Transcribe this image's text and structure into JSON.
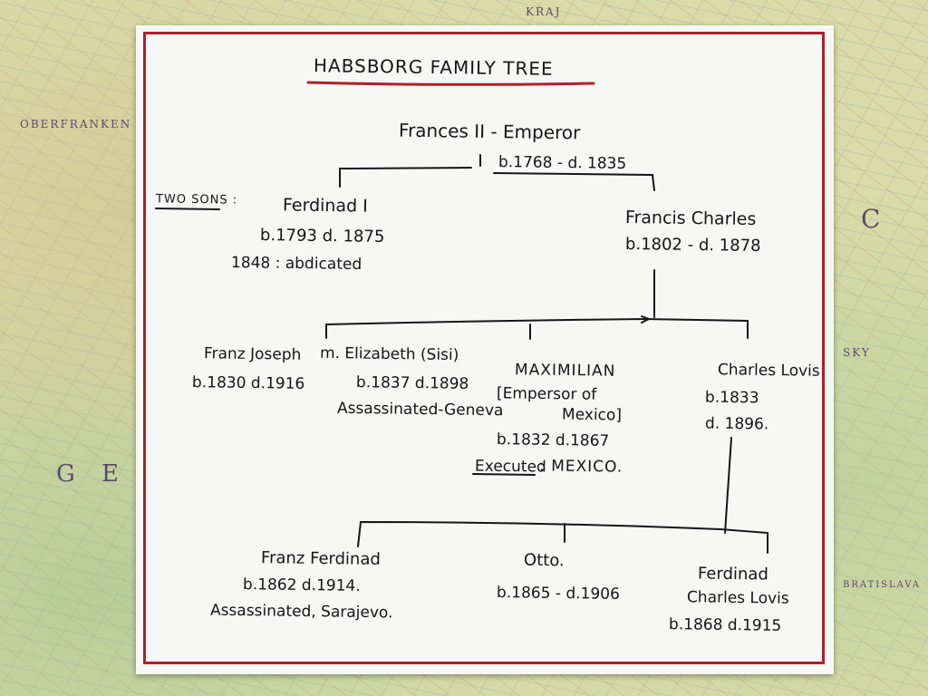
{
  "title": "HABSBORG FAMILY TREE",
  "map": {
    "labels": [
      "OBERFRANKEN",
      "G",
      "E",
      "C",
      "SKY",
      "BRATISLAVA",
      "KRAJ"
    ]
  },
  "colors": {
    "frame": "#b0202a",
    "ink": "#15151a",
    "paper": "#f7f7f5"
  },
  "root": {
    "name": "Frances II - Emperor",
    "dates": "b.1768 - d. 1835"
  },
  "two_sons_label": "TWO SONS :",
  "gen2": [
    {
      "name": "Ferdinad I",
      "dates": "b.1793 d. 1875",
      "note": "1848 : abdicated"
    },
    {
      "name": "Francis Charles",
      "dates": "b.1802 - d. 1878"
    }
  ],
  "gen3": [
    {
      "name": "Franz Joseph",
      "dates": "b.1830 d.1916"
    },
    {
      "name": "m. Elizabeth (Sisi)",
      "dates": "b.1837 d.1898",
      "note": "Assassinated-Geneva"
    },
    {
      "name": "MAXIMILIAN",
      "title_line1": "[Empersor of",
      "title_line2": "Mexico]",
      "dates": "b.1832 d.1867",
      "note_em": "Executed",
      "note_rest": ": MEXICO."
    },
    {
      "name": "Charles Lovis",
      "dates_line1": "b.1833",
      "dates_line2": "d. 1896."
    }
  ],
  "gen4": [
    {
      "name": "Franz Ferdinad",
      "dates": "b.1862 d.1914.",
      "note": "Assassinated, Sarajevo."
    },
    {
      "name": "Otto.",
      "dates": "b.1865 - d.1906"
    },
    {
      "name_line1": "Ferdinad",
      "name_line2": "Charles Lovis",
      "dates": "b.1868 d.1915"
    }
  ]
}
